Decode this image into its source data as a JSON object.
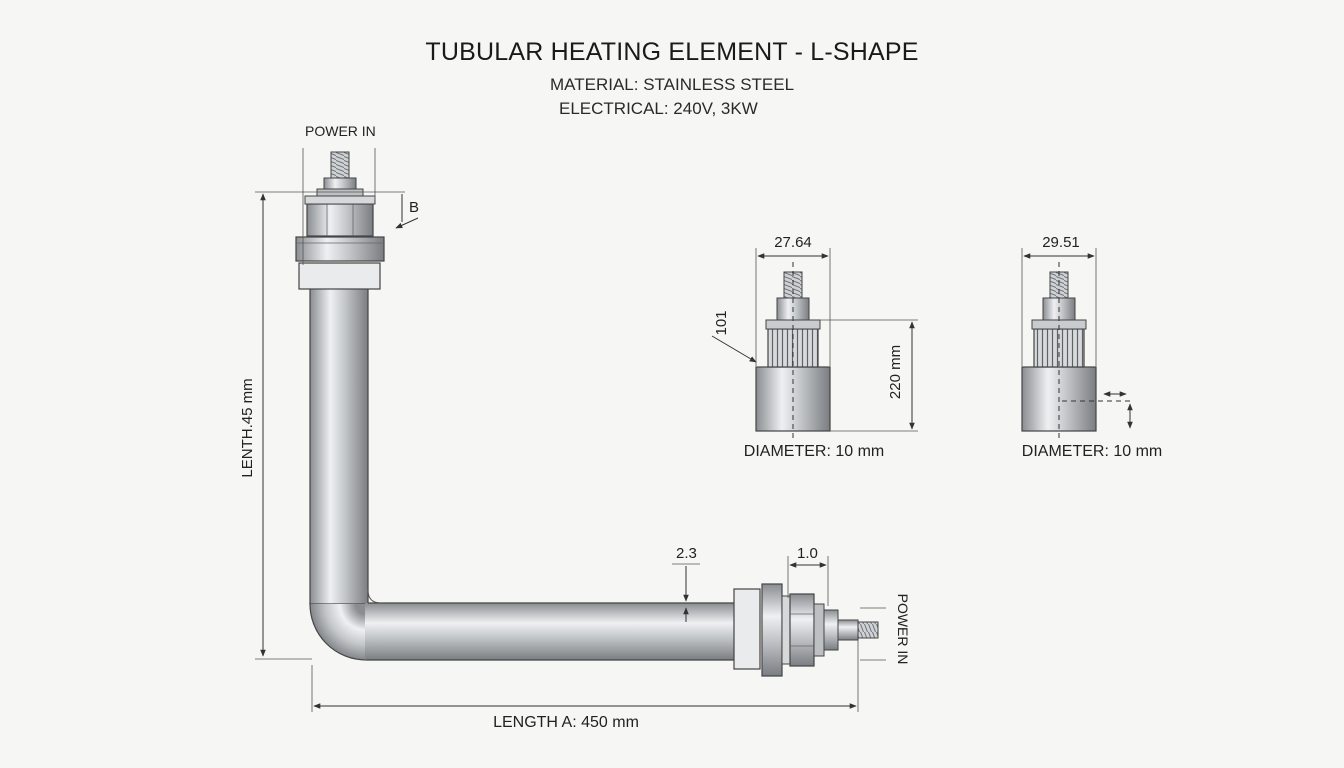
{
  "title": "TUBULAR HEATING ELEMENT - L-SHAPE",
  "material": "MATERIAL: STAINLESS STEEL",
  "electrical": "ELECTRICAL: 240V, 3KW",
  "main_view": {
    "power_in_top": "POWER IN",
    "power_in_right": "POWER IN",
    "label_b": "B",
    "vertical_length": "LENTH.45 mm",
    "horizontal_length": "LENGTH A: 450 mm",
    "dim_tube": "2.3",
    "dim_terminal": "1.0"
  },
  "detail_1": {
    "width": "27.64",
    "side": "101",
    "height": "220 mm",
    "diameter": "DIAMETER: 10 mm"
  },
  "detail_2": {
    "width": "29.51",
    "diameter": "DIAMETER: 10 mm"
  },
  "colors": {
    "steel_light": "#e6e8ea",
    "steel_mid": "#b4b7ba",
    "steel_dark": "#7d8084",
    "line": "#333333"
  }
}
